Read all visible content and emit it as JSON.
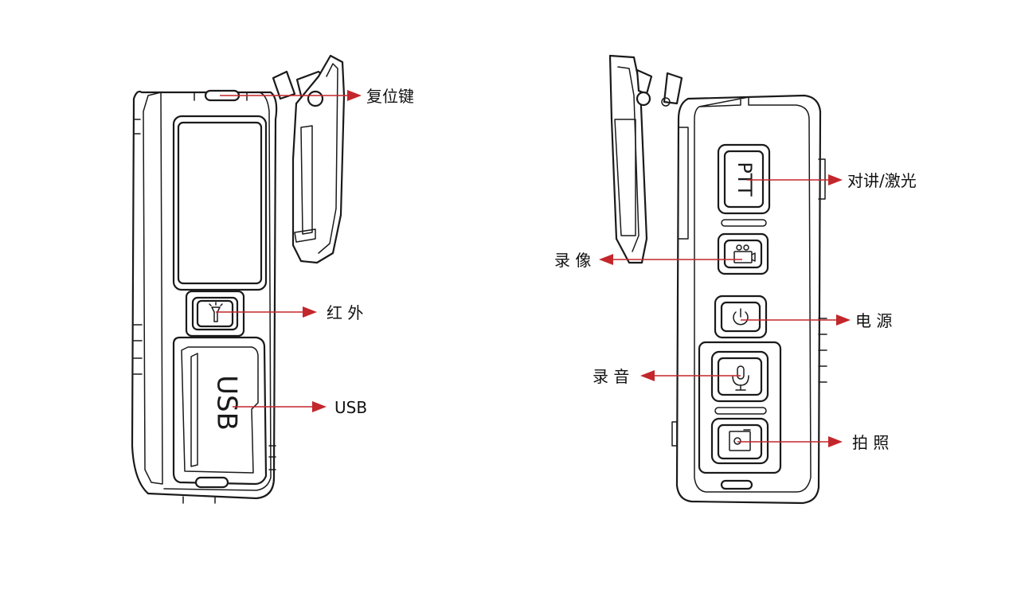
{
  "colors": {
    "outline": "#1a1a1a",
    "arrow": "#c3272b",
    "text": "#111111"
  },
  "device_markings": {
    "usb_port": "USB",
    "ptt_button": "PTT"
  },
  "labels": {
    "reset": "复位键",
    "infrared": "红 外",
    "usb": "USB",
    "ptt": "对讲/激光",
    "video": "录 像",
    "power": "电 源",
    "audio": "录 音",
    "photo": "拍 照"
  },
  "icons": {
    "infrared": "flashlight-icon",
    "video": "video-camera-icon",
    "power": "power-icon",
    "audio": "microphone-icon",
    "photo": "camera-icon"
  }
}
